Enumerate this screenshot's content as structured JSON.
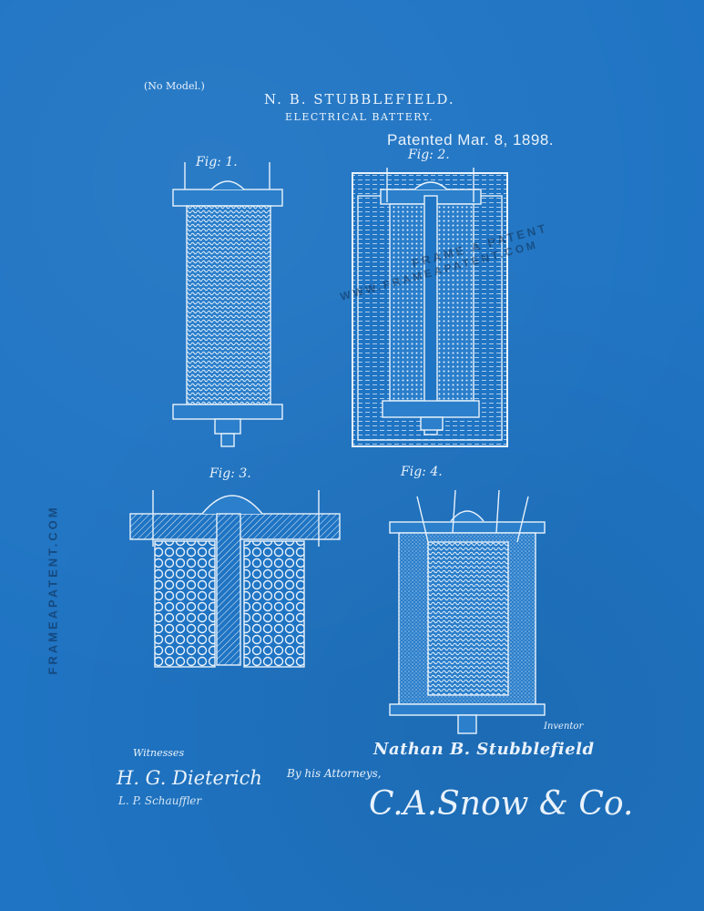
{
  "header": {
    "no_model": "(No Model.)",
    "inventor": "N. B. STUBBLEFIELD.",
    "title": "ELECTRICAL BATTERY.",
    "patented": "Patented Mar. 8, 1898."
  },
  "figures": [
    {
      "label": "Fig: 1."
    },
    {
      "label": "Fig: 2."
    },
    {
      "label": "Fig: 3."
    },
    {
      "label": "Fig: 4."
    }
  ],
  "footer": {
    "witnesses": "Witnesses",
    "witness_sig_1": "H. G. Dieterich",
    "witness_sig_2": "L. P. Schauffler",
    "inventor_label": "Inventor",
    "inventor_sig": "Nathan B. Stubblefield",
    "by_attorneys": "By his Attorneys,",
    "attorney_sig": "C.A.Snow & Co."
  },
  "watermark": {
    "line_1": "FRAME A PATENT",
    "line_2": "WWW.FRAMEAPATENT.COM",
    "side": "FRAMEAPATENT.COM"
  },
  "colors": {
    "background": "#1f74c3",
    "ink": "#e9f2fb"
  }
}
